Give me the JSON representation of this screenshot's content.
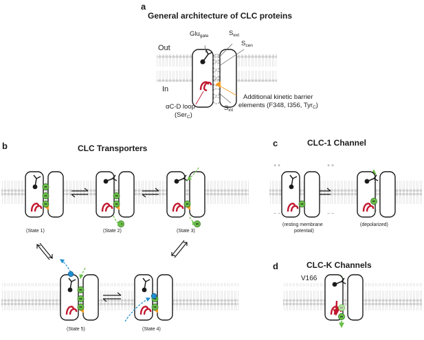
{
  "colors": {
    "membrane": "#d2d2d2",
    "chloride": "#6bbf4a",
    "loop": "#c0172e",
    "barrier": "#f39b21",
    "proton": "#1f8fd0",
    "gate": "#1a1a1a"
  },
  "panel_a": {
    "letter": "a",
    "title": "General architecture of CLC proteins",
    "out_label": "Out",
    "in_label": "In",
    "glu_main": "Glu",
    "glu_sub": "gate",
    "sext_main": "S",
    "sext_sub": "ext",
    "scen_main": "S",
    "scen_sub": "cen",
    "sint_main": "S",
    "sint_sub": "int",
    "loop_label_1": "αC-D loop",
    "loop_label_2_main": "(Ser",
    "loop_label_2_sub": "C",
    "loop_label_2_end": ")",
    "barrier_label_1": "Additional kinetic barrier",
    "barrier_label_2_main": "elements (F348, I356, Tyr",
    "barrier_label_2_sub": "C",
    "barrier_label_2_end": ")"
  },
  "panel_b": {
    "letter": "b",
    "title": "CLC Transporters",
    "states": [
      "(State 1)",
      "(State 2)",
      "(State 3)",
      "(State 4)",
      "(State 5)"
    ],
    "ion_symbol": "−",
    "proton_symbol": "+"
  },
  "panel_c": {
    "letter": "c",
    "title": "CLC-1 Channel",
    "plus": "+ +",
    "minus": "− −",
    "resting_1": "(resting membrane",
    "resting_2": "potential)",
    "depolarized": "(depolarized)"
  },
  "panel_d": {
    "letter": "d",
    "title": "CLC-K Channels",
    "residue": "V166"
  },
  "icons": {
    "equilibrium": "equilibrium-arrows-icon",
    "chloride": "chloride-ion-icon",
    "proton": "proton-icon"
  }
}
